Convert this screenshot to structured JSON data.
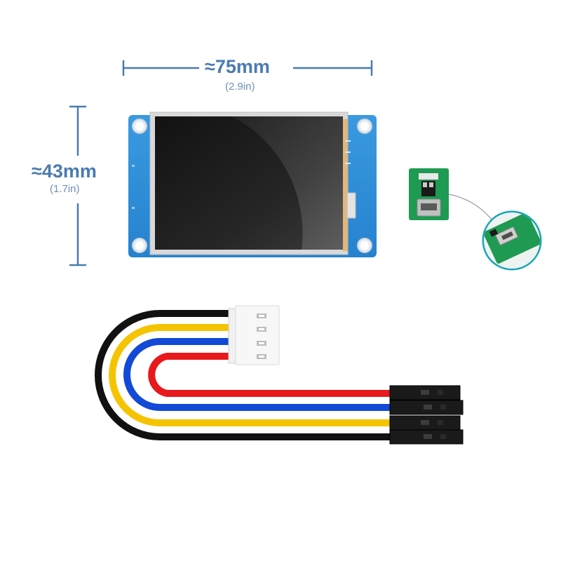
{
  "dimensions": {
    "width_primary": "≈75mm",
    "width_secondary": "(2.9in)",
    "height_primary": "≈43mm",
    "height_secondary": "(1.7in)"
  },
  "colors": {
    "dimension_text": "#4a7bb0",
    "pcb": "#2f8fd8",
    "screen": "#1c1c1c",
    "adapter_pcb": "#1f9a52",
    "wire_black": "#111111",
    "wire_yellow": "#f5c400",
    "wire_blue": "#1249d6",
    "wire_red": "#e8191c"
  },
  "components": [
    "display-module",
    "usb-adapter-board",
    "connector-cable"
  ]
}
